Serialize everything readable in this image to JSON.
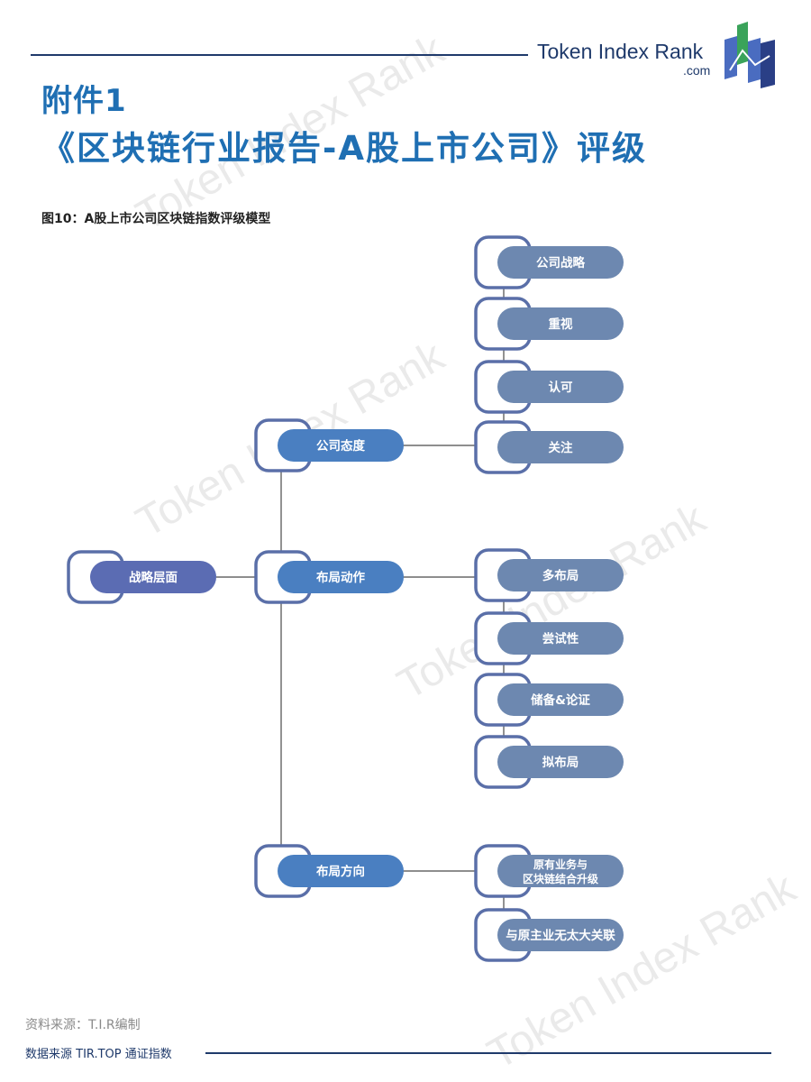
{
  "header": {
    "brand": "Token Index Rank",
    "brand_sub": ".com",
    "title_line1": "附件1",
    "title_line2": "《区块链行业报告-A股上市公司》评级"
  },
  "figure": {
    "caption": "图10：A股上市公司区块链指数评级模型",
    "root": "战略层面",
    "branches": [
      {
        "label": "公司态度",
        "children": [
          "公司战略",
          "重视",
          "认可",
          "关注"
        ]
      },
      {
        "label": "布局动作",
        "children": [
          "多布局",
          "尝试性",
          "储备&论证",
          "拟布局"
        ]
      },
      {
        "label": "布局方向",
        "children": [
          "原有业务与\n区块链结合升级",
          "与原主业无太大关联"
        ]
      }
    ]
  },
  "footer": {
    "source": "资料来源：T.I.R编制",
    "data_source": "数据来源 TIR.TOP 通证指数"
  },
  "colors": {
    "root_fill": "#5b6cb3",
    "branch_fill": "#4a7fc1",
    "leaf_fill": "#6d88b0",
    "frame": "#5a6fa8",
    "title": "#1f6fb3",
    "line": "#1f3a6b"
  }
}
